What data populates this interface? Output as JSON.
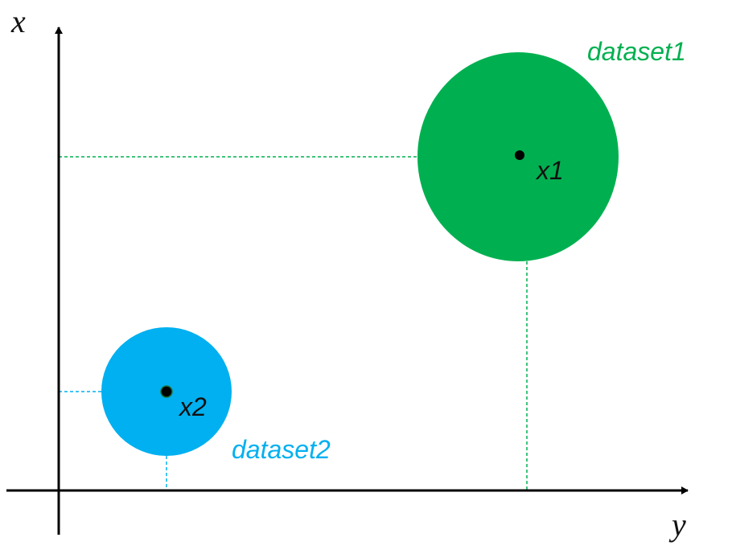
{
  "axes": {
    "vertical_label": "x",
    "horizontal_label": "y"
  },
  "clusters": [
    {
      "name": "dataset1",
      "center_label": "x1",
      "color": "#00b050"
    },
    {
      "name": "dataset2",
      "center_label": "x2",
      "color": "#00b0f0"
    }
  ],
  "colors": {
    "axis": "#000000",
    "center_point": "#000000"
  }
}
